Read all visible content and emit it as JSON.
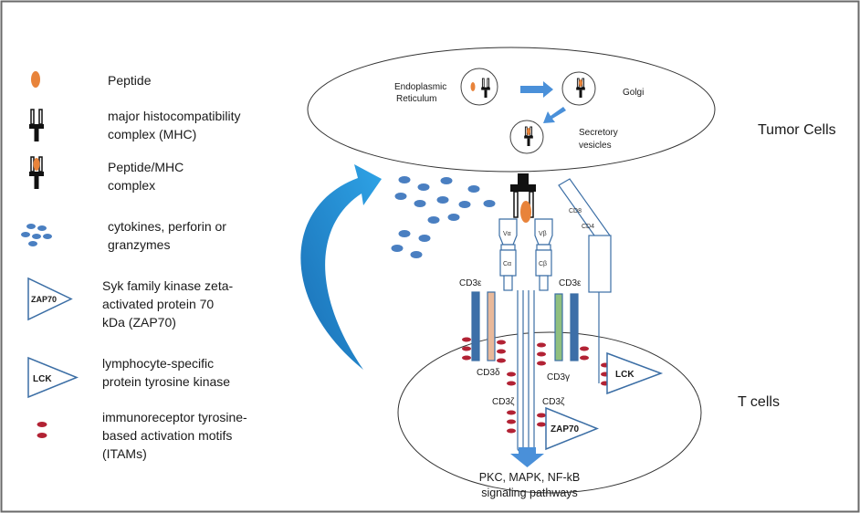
{
  "legend": {
    "peptide": "Peptide",
    "mhc_1": "major histocompatibility",
    "mhc_2": "complex (MHC)",
    "pmhc_1": "Peptide/MHC",
    "pmhc_2": "complex",
    "cyto_1": "cytokines, perforin or",
    "cyto_2": "granzymes",
    "zap_1": "Syk family kinase zeta-",
    "zap_2": "activated protein 70",
    "zap_3": "kDa (ZAP70)",
    "zap_symbol": "ZAP70",
    "lck_1": "lymphocyte-specific",
    "lck_2": "protein tyrosine kinase",
    "lck_symbol": "LCK",
    "itam_1": "immunoreceptor tyrosine-",
    "itam_2": "based activation motifs",
    "itam_3": "(ITAMs)"
  },
  "tumor": {
    "label": "Tumor Cells",
    "er_1": "Endoplasmic",
    "er_2": "Reticulum",
    "golgi": "Golgi",
    "sec_1": "Secretory",
    "sec_2": "vesicles"
  },
  "tcell": {
    "label": "T cells",
    "cd3e_left": "CD3ε",
    "cd3e_right": "CD3ε",
    "cd3d": "CD3δ",
    "cd3g": "CD3γ",
    "cd3z_left": "CD3ζ",
    "cd3z_right": "CD3ζ",
    "cd8": "CD8",
    "cd4": "CD4",
    "va": "Vα",
    "vb": "Vβ",
    "ca": "Cα",
    "cb": "Cβ",
    "lck": "LCK",
    "zap70": "ZAP70",
    "pathway_1": "PKC, MAPK, NF-kB",
    "pathway_2": "signaling pathways"
  },
  "colors": {
    "peptide": "#e8833a",
    "mhc": "#111111",
    "cytokine": "#4a7fc1",
    "receptor_outline": "#3b6ea5",
    "itam": "#b22234",
    "arrow_light": "#2ea3e6",
    "arrow_dark": "#1a6fb5",
    "cd3d_fill": "#e9b99a",
    "cd3g_fill": "#8fbf7f",
    "cd3e_fill": "#3d6fa8"
  }
}
